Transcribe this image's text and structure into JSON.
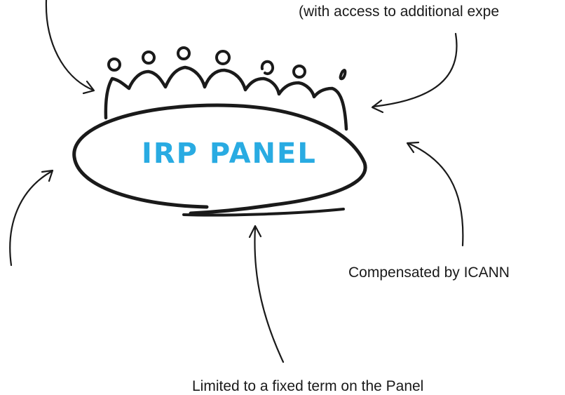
{
  "diagram": {
    "panel_label": "IRP PANEL",
    "annotations": {
      "top_right": "(with access to additional expe",
      "right": "Compensated by ICANN",
      "bottom": "Limited to a fixed term on the Panel"
    },
    "colors": {
      "ink": "#1a1a1a",
      "panel_label": "#29abe2"
    }
  }
}
